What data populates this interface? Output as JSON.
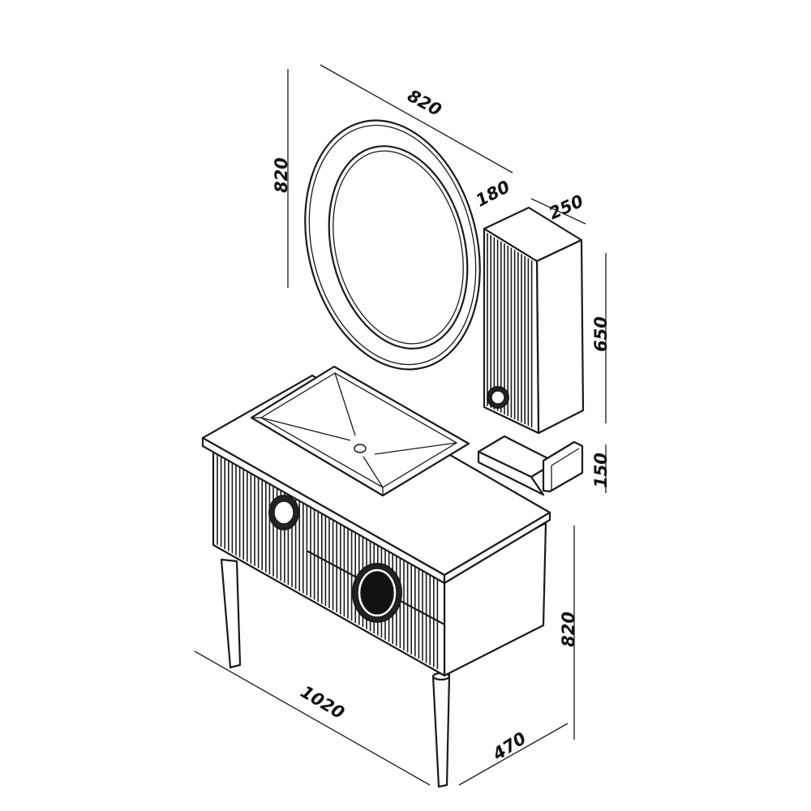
{
  "drawing": {
    "colors": {
      "line": "#1a1a1a",
      "background": "#ffffff",
      "dark": "#222222"
    },
    "dimensions": {
      "mirror_width": "820",
      "mirror_height": "820",
      "cabinet_depth": "180",
      "cabinet_width": "250",
      "cabinet_height": "650",
      "shelf_height": "150",
      "vanity_height": "820",
      "vanity_width": "1020",
      "vanity_depth": "470"
    }
  }
}
